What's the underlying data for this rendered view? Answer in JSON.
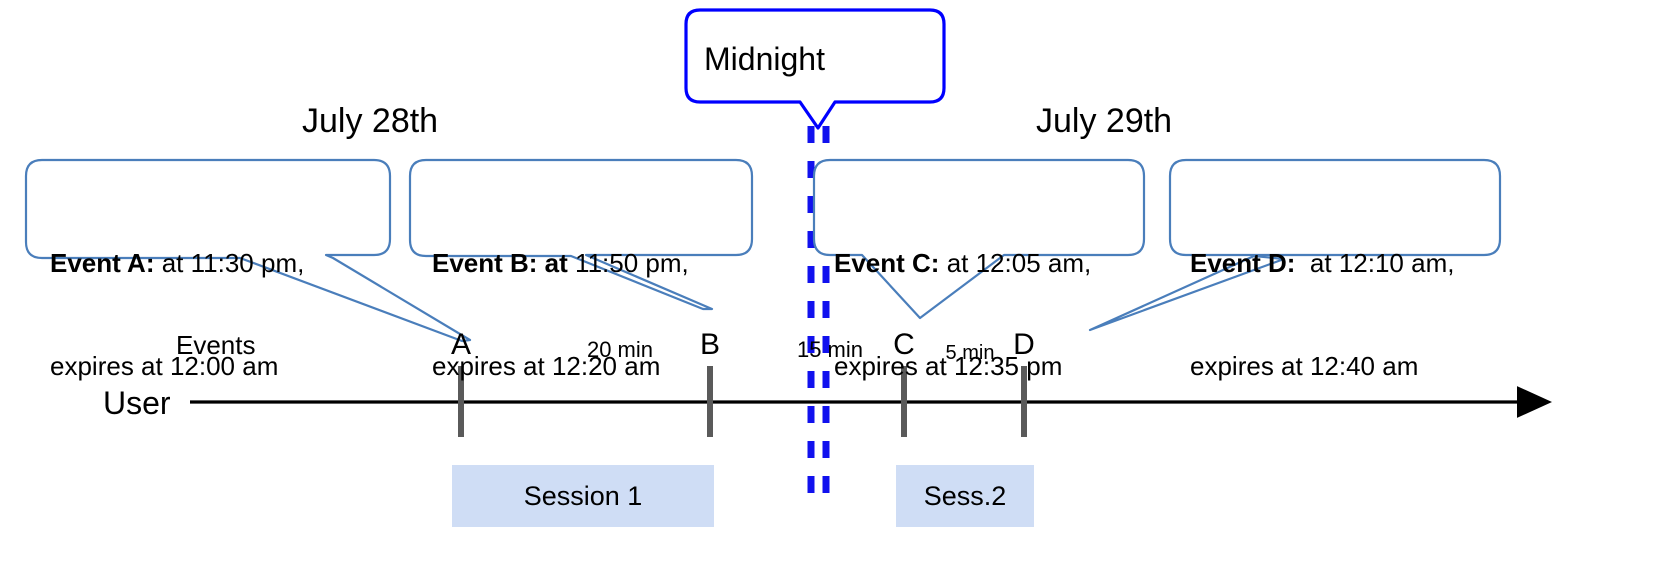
{
  "diagram": {
    "title_bubble": {
      "label": "Midnight"
    },
    "dates": [
      {
        "label": "July 28th"
      },
      {
        "label": "July 29th"
      }
    ],
    "axis": {
      "row_label_user": "User",
      "row_label_events": "Events"
    },
    "callouts": [
      {
        "id": "event-a",
        "bold": "Event A:",
        "rest": " at 11:30 pm,",
        "line2": "expires at 12:00 am"
      },
      {
        "id": "event-b",
        "bold": "Event B: at",
        "rest": " 11:50 pm,",
        "line2": "expires at 12:20 am"
      },
      {
        "id": "event-c",
        "bold": "Event C:",
        "rest": " at 12:05 am,",
        "line2": "expires at 12:35 pm"
      },
      {
        "id": "event-d",
        "bold": "Event D:",
        "rest": "  at 12:10 am,",
        "line2": "expires at 12:40 am"
      }
    ],
    "ticks": [
      {
        "id": "tick-a",
        "label": "A"
      },
      {
        "id": "tick-b",
        "label": "B"
      },
      {
        "id": "tick-c",
        "label": "C"
      },
      {
        "id": "tick-d",
        "label": "D"
      }
    ],
    "intervals": [
      {
        "id": "interval-a-b",
        "label": "20 min"
      },
      {
        "id": "interval-b-c",
        "label": "15 min"
      },
      {
        "id": "interval-c-d",
        "label": "5 min"
      }
    ],
    "sessions": [
      {
        "id": "session-1",
        "label": "Session 1"
      },
      {
        "id": "session-2",
        "label": "Sess.2"
      }
    ],
    "colors": {
      "callout_border": "#4A7EBB",
      "midnight_border": "#0000FF",
      "midnight_dash": "#1111EE",
      "session_fill": "#CFDDF5",
      "tick": "#5A5A5A",
      "axis": "#000000"
    }
  }
}
